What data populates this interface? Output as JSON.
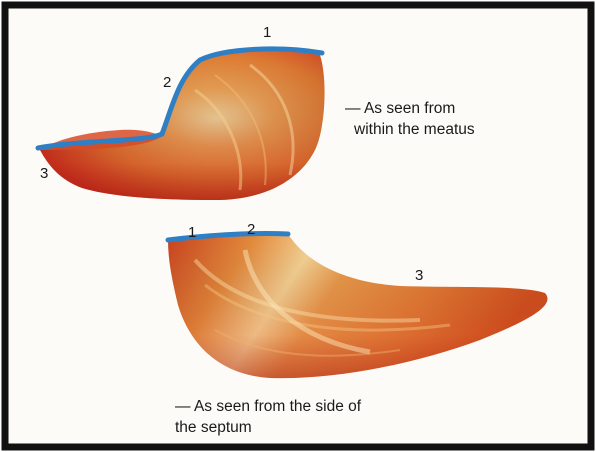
{
  "figure": {
    "colors": {
      "frame": "#111111",
      "background": "#fdfbf7",
      "blue_edge": "#2f7fc4",
      "red_shade": "#c8241c",
      "orange_body": "#e9883d",
      "highlight": "#f7dda2"
    },
    "upper_view": {
      "markers": [
        "1",
        "2",
        "3"
      ],
      "caption_line1": "— As seen from",
      "caption_line2": "within the meatus"
    },
    "lower_view": {
      "markers": [
        "1",
        "2",
        "3"
      ],
      "caption_line1": "— As seen from the side of",
      "caption_line2": "the septum"
    }
  }
}
